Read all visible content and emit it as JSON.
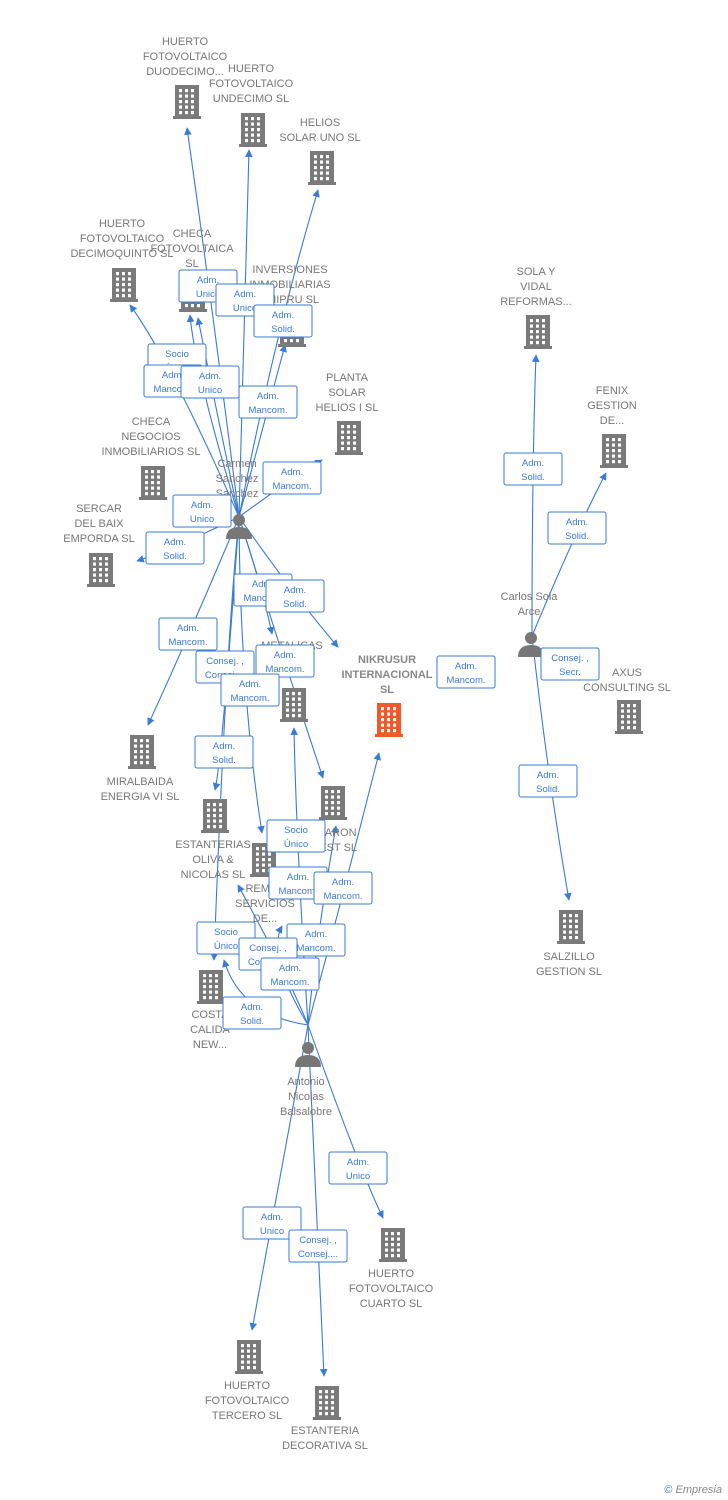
{
  "nodes": [
    {
      "id": "hf12",
      "label": [
        "HUERTO",
        "FOTOVOLTAICO",
        "DUODECIMO..."
      ],
      "type": "company"
    },
    {
      "id": "hf11",
      "label": [
        "HUERTO",
        "FOTOVOLTAICO",
        "UNDECIMO  SL"
      ],
      "type": "company"
    },
    {
      "id": "helios1",
      "label": [
        "HELIOS",
        "SOLAR UNO SL"
      ],
      "type": "company"
    },
    {
      "id": "hf15",
      "label": [
        "HUERTO",
        "FOTOVOLTAICO",
        "DECIMOQUINTO SL"
      ],
      "type": "company"
    },
    {
      "id": "checa_fv",
      "label": [
        "CHECA",
        "FOTOVOLTAICA",
        "SL"
      ],
      "type": "company"
    },
    {
      "id": "inv",
      "label": [
        "INVERSIONES",
        "INMOBILIARIAS",
        "ENIPRU SL"
      ],
      "type": "company"
    },
    {
      "id": "planta",
      "label": [
        "PLANTA",
        "SOLAR",
        "HELIOS I  SL"
      ],
      "type": "company"
    },
    {
      "id": "checa_ni",
      "label": [
        "CHECA",
        "NEGOCIOS",
        "INMOBILIARIOS SL"
      ],
      "type": "company"
    },
    {
      "id": "sercar",
      "label": [
        "SERCAR",
        "DEL BAIX",
        "EMPORDA SL"
      ],
      "type": "company"
    },
    {
      "id": "metalicas",
      "label": [
        "METALICAS"
      ],
      "type": "company"
    },
    {
      "id": "miralbaida",
      "label": [
        "MIRALBAIDA",
        "ENERGIA VI SL"
      ],
      "type": "company"
    },
    {
      "id": "estanterias",
      "label": [
        "ESTANTERIAS",
        "OLIVA &",
        "NICOLAS  SL"
      ],
      "type": "company"
    },
    {
      "id": "sharon",
      "label": [
        "SHARON",
        "WEST  SL"
      ],
      "type": "company"
    },
    {
      "id": "remes",
      "label": [
        "REMES",
        "SERVICIOS",
        "DE..."
      ],
      "type": "company"
    },
    {
      "id": "costa",
      "label": [
        "COSTA",
        "CALIDA",
        "NEW..."
      ],
      "type": "company"
    },
    {
      "id": "nikrusur",
      "label": [
        "NIKRUSUR",
        "INTERNACIONAL",
        "SL"
      ],
      "type": "main"
    },
    {
      "id": "sola",
      "label": [
        "SOLA Y",
        "VIDAL",
        "REFORMAS..."
      ],
      "type": "company"
    },
    {
      "id": "fenix",
      "label": [
        "FENIX",
        "GESTION",
        "DE..."
      ],
      "type": "company"
    },
    {
      "id": "axus",
      "label": [
        "AXUS",
        "CONSULTING SL"
      ],
      "type": "company"
    },
    {
      "id": "salzillo",
      "label": [
        "SALZILLO",
        "GESTION SL"
      ],
      "type": "company"
    },
    {
      "id": "hf4",
      "label": [
        "HUERTO",
        "FOTOVOLTAICO",
        "CUARTO  SL"
      ],
      "type": "company"
    },
    {
      "id": "hf3",
      "label": [
        "HUERTO",
        "FOTOVOLTAICO",
        "TERCERO  SL"
      ],
      "type": "company"
    },
    {
      "id": "estdeco",
      "label": [
        "ESTANTERIA",
        "DECORATIVA SL"
      ],
      "type": "company"
    },
    {
      "id": "carmen",
      "label": [
        "Carmen",
        "Sanchez",
        "Sanchez"
      ],
      "type": "person"
    },
    {
      "id": "carlos",
      "label": [
        "Carlos Sola",
        "Arce"
      ],
      "type": "person"
    },
    {
      "id": "antonio",
      "label": [
        "Antonio",
        "Nicolas",
        "Balsalobre"
      ],
      "type": "person"
    }
  ],
  "relations": [
    [
      "Adm.",
      "Unico"
    ],
    [
      "Adm.",
      "Unico"
    ],
    [
      "Adm.",
      "Solid."
    ],
    [
      "Socio",
      "Único"
    ],
    [
      "Adm.",
      "Mancom."
    ],
    [
      "Adm.",
      "Unico"
    ],
    [
      "Adm.",
      "Mancom."
    ],
    [
      "Adm.",
      "Mancom."
    ],
    [
      "Adm.",
      "Unico"
    ],
    [
      "Adm.",
      "Solid."
    ],
    [
      "Adm.",
      "Mancom."
    ],
    [
      "Adm.",
      "Mancom."
    ],
    [
      "Adm.",
      "Solid."
    ],
    [
      "Consej. ,",
      "Consej...."
    ],
    [
      "Adm.",
      "Mancom."
    ],
    [
      "Adm.",
      "Mancom."
    ],
    [
      "Adm.",
      "Solid."
    ],
    [
      "Adm.",
      "Mancom."
    ],
    [
      "Socio",
      "Único"
    ],
    [
      "Adm.",
      "Mancom."
    ],
    [
      "Adm.",
      "Mancom."
    ],
    [
      "Socio",
      "Único"
    ],
    [
      "Consej. ,",
      "Consej...."
    ],
    [
      "Adm.",
      "Mancom."
    ],
    [
      "Adm.",
      "Mancom."
    ],
    [
      "Adm.",
      "Solid."
    ],
    [
      "Adm.",
      "Solid."
    ],
    [
      "Consej. ,",
      "Secr."
    ],
    [
      "Adm.",
      "Solid."
    ],
    [
      "Adm.",
      "Solid."
    ],
    [
      "Adm.",
      "Unico"
    ],
    [
      "Adm.",
      "Unico"
    ],
    [
      "Consej. ,",
      "Consej...."
    ]
  ],
  "footer": {
    "copyright": "©",
    "brand": "Empresia"
  },
  "colors": {
    "edge": "#3a7bd5",
    "node": "#7a7a7a",
    "main": "#f05a28"
  }
}
